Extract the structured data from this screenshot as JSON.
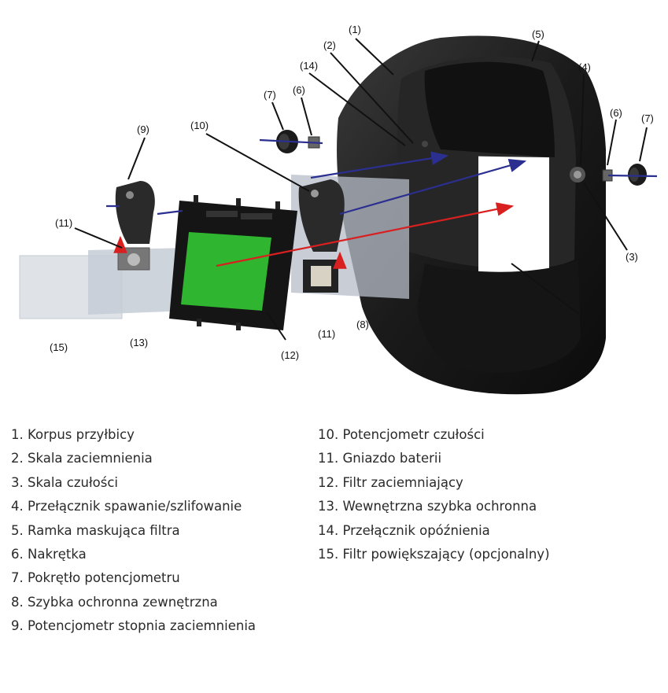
{
  "callouts": {
    "c1": "(1)",
    "c2": "(2)",
    "c3": "(3)",
    "c4": "(4)",
    "c5": "(5)",
    "c6": "(6)",
    "c7": "(7)",
    "c8": "(8)",
    "c9": "(9)",
    "c10": "(10)",
    "c11": "(11)",
    "c12": "(12)",
    "c13": "(13)",
    "c14": "(14)",
    "c15": "(15)"
  },
  "legend": {
    "column1": [
      "1. Korpus przyłbicy",
      "2. Skala zaciemnienia",
      "3. Skala czułości",
      "4. Przełącznik spawanie/szlifowanie",
      "5. Ramka maskująca filtra",
      "6. Nakrętka",
      "7. Pokrętło potencjometru",
      "8. Szybka ochronna zewnętrzna",
      "9. Potencjometr stopnia zaciemnienia"
    ],
    "column2": [
      "10. Potencjometr czułości",
      "11. Gniazdo baterii",
      "12. Filtr zaciemniający",
      "13. Wewnętrzna szybka ochronna",
      "14. Przełącznik opóźnienia",
      "15. Filtr powiększający (opcjonalny)"
    ]
  },
  "colors": {
    "helmet": "#1c1c1c",
    "filter_green": "#2fb52f",
    "arrow_blue": "#2b2f8f",
    "arrow_red": "#d82020",
    "leader": "#111111"
  }
}
